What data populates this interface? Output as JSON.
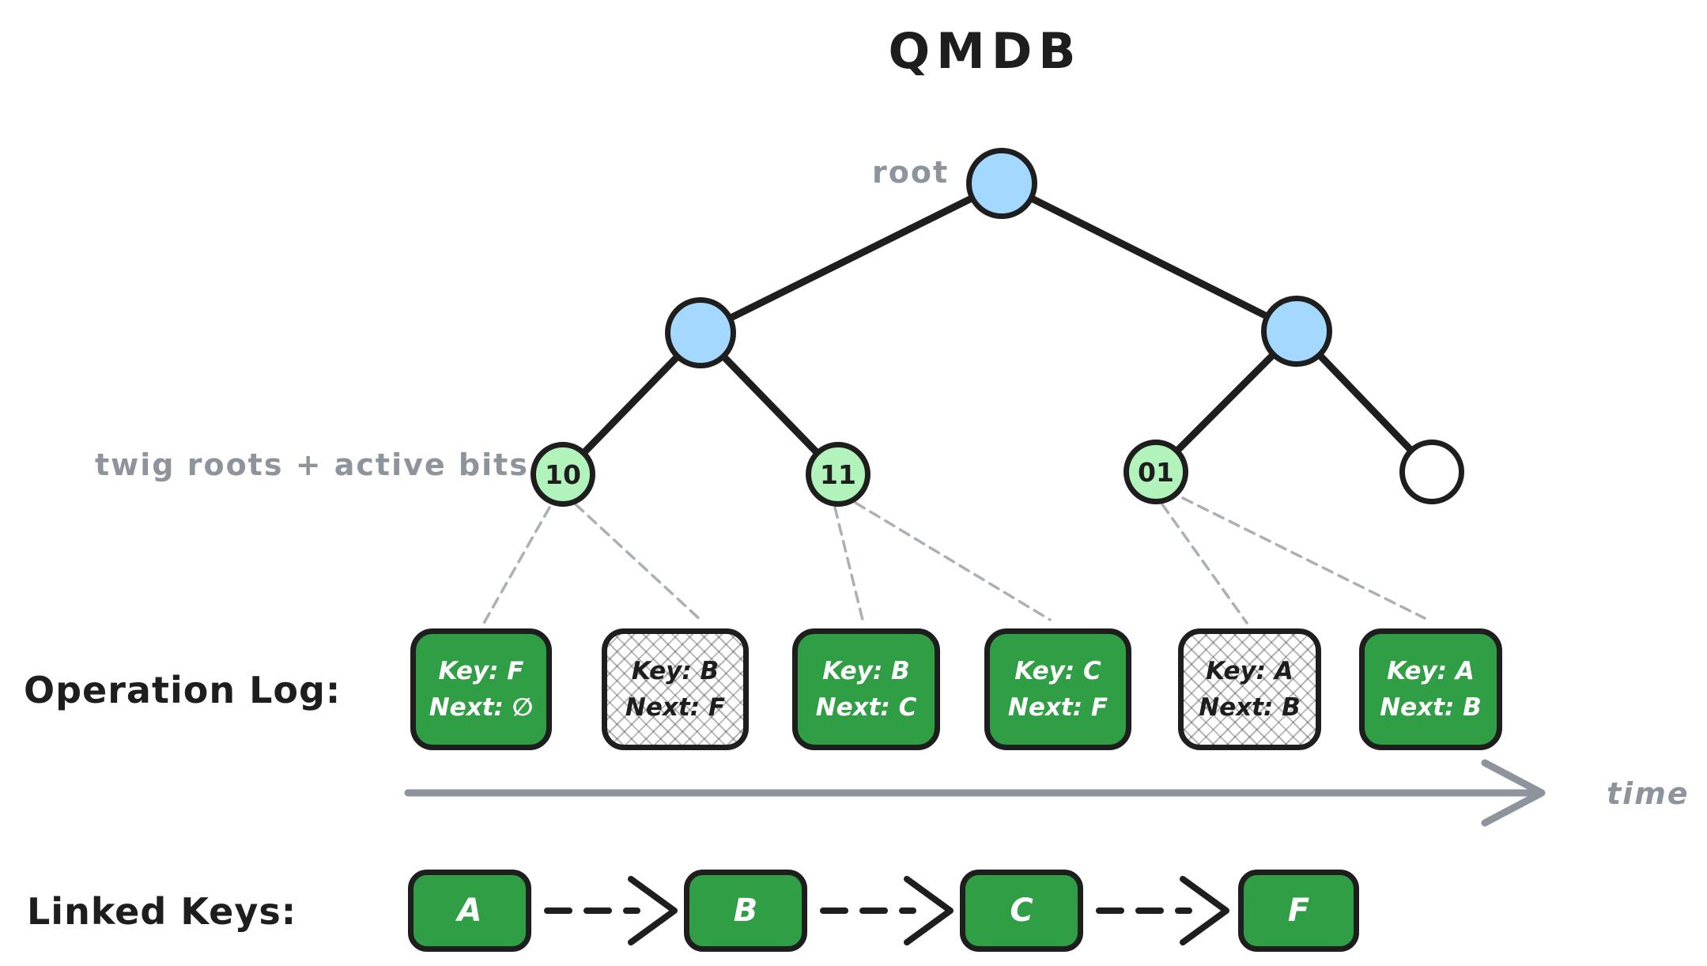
{
  "title": "QMDB",
  "tree": {
    "root_label": "root",
    "twig_label": "twig roots + active bits",
    "twig_bits": [
      "10",
      "11",
      "01",
      ""
    ]
  },
  "operation_log": {
    "label": "Operation Log:",
    "time_label": "time",
    "entries": [
      {
        "key": "Key: F",
        "next": "Next: ∅",
        "crossed_out": false
      },
      {
        "key": "Key: B",
        "next": "Next: F",
        "crossed_out": true
      },
      {
        "key": "Key: B",
        "next": "Next: C",
        "crossed_out": false
      },
      {
        "key": "Key: C",
        "next": "Next: F",
        "crossed_out": false
      },
      {
        "key": "Key: A",
        "next": "Next: B",
        "crossed_out": true
      },
      {
        "key": "Key: A",
        "next": "Next: B",
        "crossed_out": false
      }
    ]
  },
  "linked_keys": {
    "label": "Linked Keys:",
    "keys": [
      "A",
      "B",
      "C",
      "F"
    ]
  },
  "colors": {
    "node_blue": "#a5d8ff",
    "twig_green": "#b2f2bb",
    "box_green": "#2f9e44",
    "stroke": "#1e1e1e",
    "muted_gray": "#8d949b"
  }
}
